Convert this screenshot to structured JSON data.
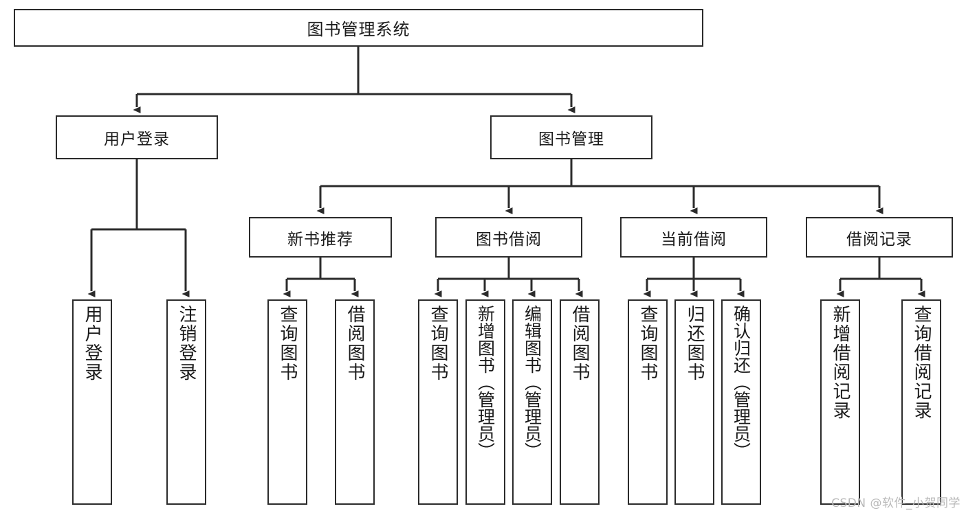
{
  "diagram": {
    "title": "图书管理系统",
    "type": "tree",
    "colors": {
      "stroke": "#2b2b2b",
      "fill": "#ffffff",
      "text": "#1a1a1a",
      "watermark": "#b9b9b9"
    },
    "levels": {
      "root": {
        "label": "图书管理系统"
      },
      "level2": [
        {
          "label": "用户登录"
        },
        {
          "label": "图书管理"
        }
      ],
      "level3": [
        {
          "label": "新书推荐"
        },
        {
          "label": "图书借阅"
        },
        {
          "label": "当前借阅"
        },
        {
          "label": "借阅记录"
        }
      ],
      "leaves": {
        "user_login": [
          {
            "label": "用户登录"
          },
          {
            "label": "注销登录"
          }
        ],
        "new_book_recommend": [
          {
            "label": "查询图书"
          },
          {
            "label": "借阅图书"
          }
        ],
        "book_borrow": [
          {
            "label": "查询图书"
          },
          {
            "label": "新增图书（管理员）"
          },
          {
            "label": "编辑图书（管理员）"
          },
          {
            "label": "借阅图书"
          }
        ],
        "current_borrow": [
          {
            "label": "查询图书"
          },
          {
            "label": "归还图书"
          },
          {
            "label": "确认归还（管理员）"
          }
        ],
        "borrow_records": [
          {
            "label": "新增借阅记录"
          },
          {
            "label": "查询借阅记录"
          }
        ]
      }
    }
  },
  "watermark": {
    "text": "CSDN @软件_小贺同学"
  }
}
